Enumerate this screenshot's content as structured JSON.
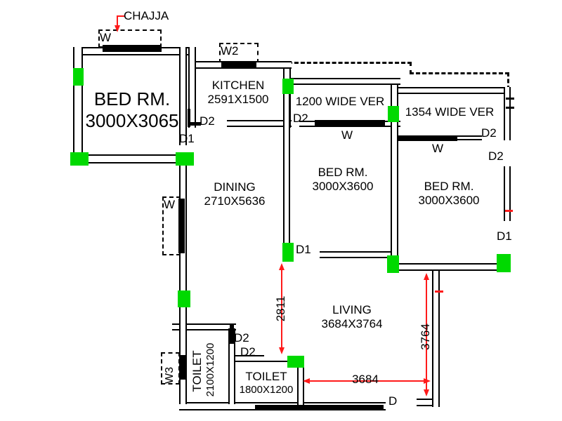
{
  "title_annotation": "CHAJJA",
  "rooms": [
    {
      "name": "BED RM.",
      "dims": "3000X3065"
    },
    {
      "name": "KITCHEN",
      "dims": "2591X1500"
    },
    {
      "name": "1200 WIDE VER"
    },
    {
      "name": "1354 WIDE VER"
    },
    {
      "name": "BED RM.",
      "dims": "3000X3600"
    },
    {
      "name": "BED RM.",
      "dims": "3000X3600"
    },
    {
      "name": "DINING",
      "dims": "2710X5636"
    },
    {
      "name": "LIVING",
      "dims": "3684X3764"
    },
    {
      "name": "TOILET",
      "dims": "2100X1200"
    },
    {
      "name": "TOILET",
      "dims": "1800X1200"
    }
  ],
  "openings": {
    "d1": "D1",
    "d2": "D2",
    "d": "D",
    "w": "W",
    "w2": "W2",
    "w3": "W3"
  },
  "dimensions": {
    "dining_to_toilet": "2811",
    "living_width": "3684",
    "living_depth": "3764"
  },
  "colors": {
    "wall": "#000000",
    "column_marker": "#00d900",
    "dimension_line": "#ff1a1a",
    "background": "#ffffff"
  }
}
